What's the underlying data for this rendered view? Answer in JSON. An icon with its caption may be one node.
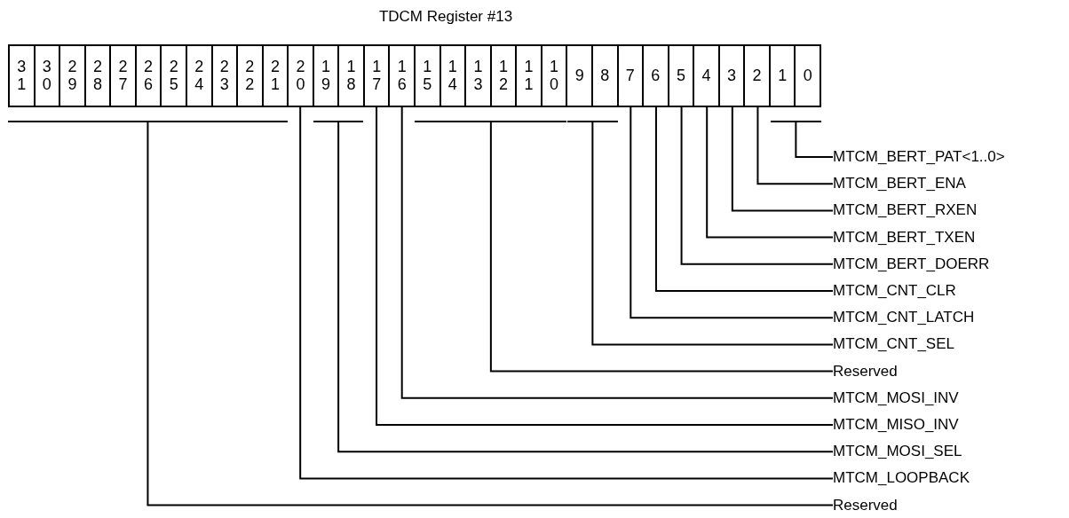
{
  "diagram": {
    "title": "TDCM Register #13",
    "nodes": [
      {
        "text": [],
        "shape": "box"
      },
      {
        "text": [
          "31"
        ],
        "in": 0
      },
      {
        "text": [
          "30"
        ],
        "in": 0
      },
      {
        "text": [
          "29"
        ],
        "in": 0
      },
      {
        "text": [
          "28"
        ],
        "in": 0
      },
      {
        "text": [
          "27"
        ],
        "in": 0
      },
      {
        "text": [
          "26"
        ],
        "in": 0
      },
      {
        "text": [
          "25"
        ],
        "in": 0
      },
      {
        "text": [
          "24"
        ],
        "in": 0
      },
      {
        "text": [
          "23"
        ],
        "in": 0
      },
      {
        "text": [
          "22"
        ],
        "in": 0
      },
      {
        "text": [
          "21"
        ],
        "in": 0
      },
      {
        "text": [
          "20"
        ],
        "in": 0
      },
      {
        "text": [
          "19"
        ],
        "in": 0
      },
      {
        "text": [
          "18"
        ],
        "in": 0
      },
      {
        "text": [
          "17"
        ],
        "in": 0
      },
      {
        "text": [
          "16"
        ],
        "in": 0
      },
      {
        "text": [
          "15"
        ],
        "in": 0
      },
      {
        "text": [
          "14"
        ],
        "in": 0
      },
      {
        "text": [
          "13"
        ],
        "in": 0
      },
      {
        "text": [
          "12"
        ],
        "in": 0
      },
      {
        "text": [
          "11"
        ],
        "in": 0
      },
      {
        "text": [
          "10"
        ],
        "in": 0
      },
      {
        "text": [
          "9"
        ],
        "in": 0
      },
      {
        "text": [
          "8"
        ],
        "in": 0
      },
      {
        "text": [
          "7"
        ],
        "in": 0
      },
      {
        "text": [
          "6"
        ],
        "in": 0
      },
      {
        "text": [
          "5"
        ],
        "in": 0
      },
      {
        "text": [
          "4"
        ],
        "in": 0
      },
      {
        "text": [
          "3"
        ],
        "in": 0
      },
      {
        "text": [
          "2"
        ],
        "in": 0
      },
      {
        "text": [
          "1"
        ],
        "in": 0
      },
      {
        "text": [
          "0"
        ],
        "in": 0
      },
      {
        "text": [],
        "shape": "bar"
      },
      {
        "text": [],
        "shape": "bar"
      },
      {
        "text": [],
        "shape": "bar"
      },
      {
        "text": [],
        "shape": "bar"
      },
      {
        "text": [],
        "shape": "bar"
      },
      {
        "text": [
          "MTCM_BERT_PAT<1..0>"
        ]
      },
      {
        "text": [
          "MTCM_BERT_ENA"
        ]
      },
      {
        "text": [
          "MTCM_BERT_RXEN"
        ]
      },
      {
        "text": [
          "MTCM_BERT_TXEN"
        ]
      },
      {
        "text": [
          "MTCM_BERT_DOERR"
        ]
      },
      {
        "text": [
          "MTCM_CNT_CLR"
        ]
      },
      {
        "text": [
          "MTCM_CNT_LATCH"
        ]
      },
      {
        "text": [
          "MTCM_CNT_SEL"
        ]
      },
      {
        "text": [
          "Reserved"
        ]
      },
      {
        "text": [
          "MTCM_MOSI_INV"
        ]
      },
      {
        "text": [
          "MTCM_MISO_INV"
        ]
      },
      {
        "text": [
          "MTCM_MOSI_SEL"
        ]
      },
      {
        "text": [
          "MTCM_LOOPBACK"
        ]
      },
      {
        "text": [
          "Reserved"
        ]
      }
    ],
    "edges": [
      {
        "from": 38,
        "to": 37,
        "arrow": "none"
      },
      {
        "from": 39,
        "to": 30,
        "arrow": "none"
      },
      {
        "from": 40,
        "to": 29,
        "arrow": "none"
      },
      {
        "from": 41,
        "to": 28,
        "arrow": "none"
      },
      {
        "from": 42,
        "to": 27,
        "arrow": "none"
      },
      {
        "from": 43,
        "to": 26,
        "arrow": "none"
      },
      {
        "from": 44,
        "to": 25,
        "arrow": "none"
      },
      {
        "from": 45,
        "to": 36,
        "arrow": "none"
      },
      {
        "from": 46,
        "to": 35,
        "arrow": "none"
      },
      {
        "from": 47,
        "to": 16,
        "arrow": "none"
      },
      {
        "from": 48,
        "to": 15,
        "arrow": "none"
      },
      {
        "from": 49,
        "to": 34,
        "arrow": "none"
      },
      {
        "from": 50,
        "to": 12,
        "arrow": "none"
      },
      {
        "from": 51,
        "to": 33,
        "arrow": "none"
      }
    ]
  }
}
